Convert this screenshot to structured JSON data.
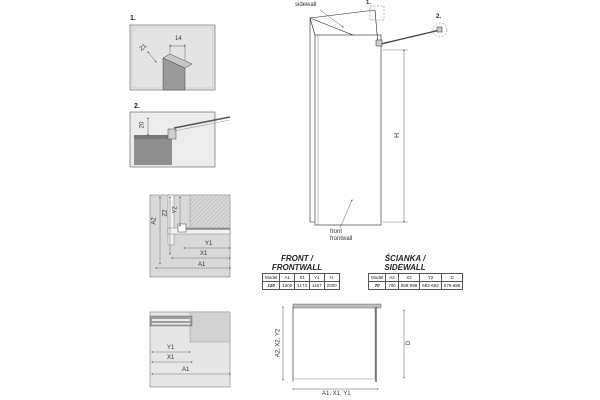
{
  "detail1": {
    "label": "1.",
    "dim_width": "14",
    "dim_gap": "Z1"
  },
  "detail2": {
    "label": "2.",
    "dim_height": "20"
  },
  "plan_top": {
    "labels": {
      "a2": "A2",
      "z2": "Z2",
      "y2": "Y2",
      "y1": "Y1",
      "x1": "X1",
      "a1": "A1"
    }
  },
  "plan_bottom": {
    "labels": {
      "y1": "Y1",
      "x1": "X1",
      "a1": "A1"
    }
  },
  "iso": {
    "callout_1": "1.",
    "callout_2": "2.",
    "sidewall": "sidewall",
    "front_line1": "front",
    "front_line2": "frontwall",
    "height": "H"
  },
  "front_table": {
    "title_line1": "FRONT /",
    "title_line2": "FRONTWALL",
    "headers": [
      "Model",
      "A1",
      "X1",
      "Y1",
      "H"
    ],
    "row": [
      "120",
      "1200",
      "1173",
      "1167",
      "2000"
    ]
  },
  "side_table": {
    "title_line1": "ŚCIANKA /",
    "title_line2": "SIDEWALL",
    "headers": [
      "Model",
      "A2",
      "X2",
      "Y2",
      "D"
    ],
    "row": [
      "70",
      "700",
      "688-698",
      "682-692",
      "678-688"
    ]
  },
  "elevation": {
    "left_label": "A2, X2, Y2",
    "right_label": "D",
    "bottom_label": "A1, X1, Y1"
  }
}
